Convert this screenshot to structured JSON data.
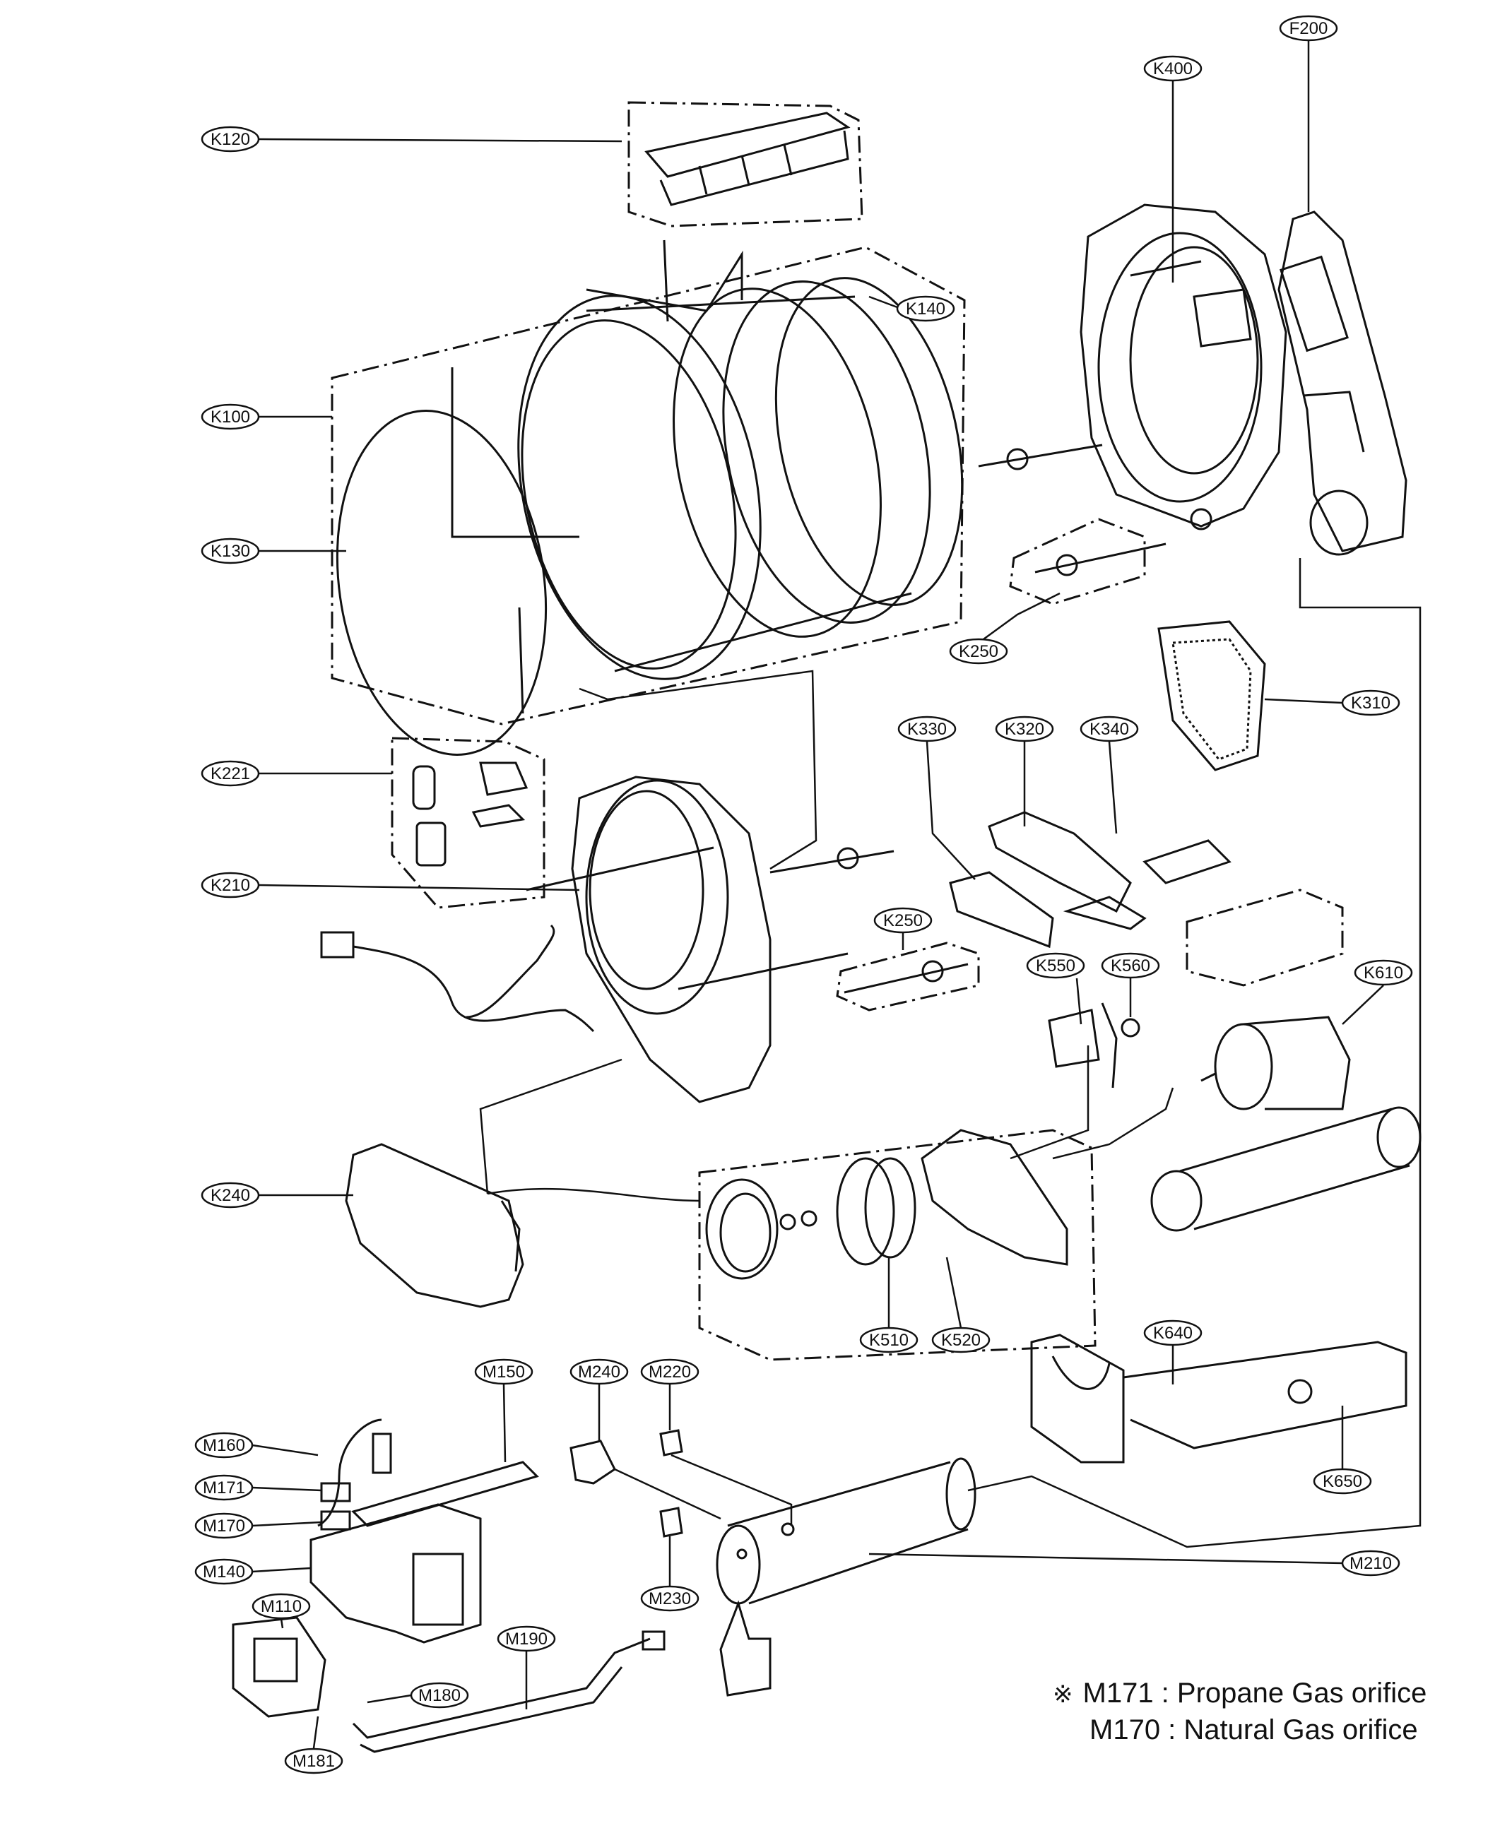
{
  "labels": {
    "K120": "K120",
    "K100": "K100",
    "K130": "K130",
    "K140": "K140",
    "K400": "K400",
    "F200": "F200",
    "K250a": "K250",
    "K250b": "K250",
    "K310": "K310",
    "K330": "K330",
    "K320": "K320",
    "K340": "K340",
    "K221": "K221",
    "K210": "K210",
    "K550": "K550",
    "K560": "K560",
    "K610": "K610",
    "K240": "K240",
    "K510": "K510",
    "K520": "K520",
    "K640": "K640",
    "K650": "K650",
    "M150": "M150",
    "M240": "M240",
    "M220": "M220",
    "M160": "M160",
    "M171": "M171",
    "M170": "M170",
    "M140": "M140",
    "M110": "M110",
    "M190": "M190",
    "M180": "M180",
    "M181": "M181",
    "M230": "M230",
    "M210": "M210"
  },
  "note": {
    "mark": "※",
    "line1": "M171 : Propane Gas orifice",
    "line2": "M170 : Natural Gas orifice"
  }
}
